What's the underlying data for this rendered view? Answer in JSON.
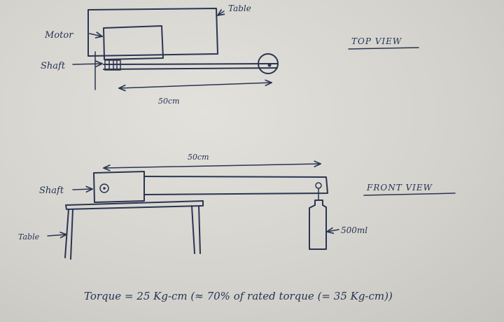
{
  "labels": {
    "table_top": "Table",
    "motor": "Motor",
    "shaft_top": "Shaft",
    "dim_top": "50cm",
    "top_view": "TOP VIEW",
    "dim_front": "50cm",
    "front_view": "FRONT VIEW",
    "shaft_front": "Shaft",
    "table_front": "Table",
    "weight": "500ml",
    "torque": "Torque = 25 Kg-cm (≈ 70% of rated torque (= 35 Kg-cm))"
  },
  "colors": {
    "ink": "#2a3550",
    "paper": "#dcdad5"
  }
}
